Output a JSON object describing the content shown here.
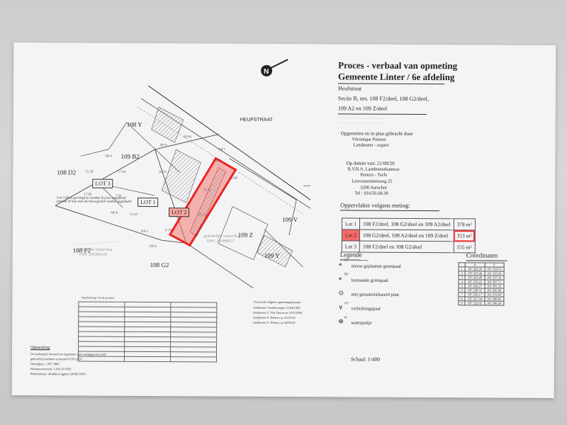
{
  "header": {
    "title_line1": "Proces - verbaal van opmeting",
    "title_line2": "Gemeente Linter / 6e afdeling",
    "street": "Heufstraat",
    "parcels_line1": "Sectie B, nrs. 108 F2/deel, 108 G2/deel,",
    "parcels_line2": "109 A2 en 109 Z/deel",
    "measured_by": "Opgemeten en in plan gebracht door",
    "surveyor_name": "Véronique Peeters",
    "surveyor_title": "Landmeter - expert",
    "date": "Op datum van: 21/09/20",
    "company": "B.V.B.A. Landmeterkantoor",
    "company2": "Peeters - Torfs",
    "address": "Leuvensesteenweg 25",
    "city": "3200 Aarschot",
    "tel": "Tel : 016/56.68.30"
  },
  "oppervlakte": {
    "heading": "Oppervlakte volgens meting:",
    "rows": [
      {
        "lot": "Lot 1",
        "desc": "108 F2/deel, 108 G2/deel en 109 A2/deel",
        "area": "378 m²"
      },
      {
        "lot": "Lot 2",
        "desc": "108 G2/deel, 109 A2/deel en 109 Z/deel",
        "area": "353 m²"
      },
      {
        "lot": "Lot 3",
        "desc": "108 F2/deel en 108 G2/deel",
        "area": "155 m²"
      }
    ]
  },
  "legende": {
    "heading": "Legende",
    "items": [
      {
        "symbol": "⌖",
        "tag": "NP",
        "label": "nieuw geplaatste grenspaal"
      },
      {
        "symbol": "⌖",
        "tag": "BP",
        "label": "bestaande grenspaal"
      },
      {
        "symbol": "⊙",
        "tag": "",
        "label": "niet gematerialiseerd punt"
      },
      {
        "symbol": "∨",
        "tag": "VP",
        "label": "verlichtingspaal"
      },
      {
        "symbol": "⊕",
        "tag": "W",
        "label": "waterpuitje"
      }
    ]
  },
  "coordinaten": {
    "heading": "Coördinaten",
    "columns": [
      "",
      "X",
      "Y"
    ],
    "rows": [
      [
        "1",
        "197 202.20",
        "161 318.73"
      ],
      [
        "2",
        "197 223.46",
        "161 323.16"
      ],
      [
        "3",
        "197 241.89",
        "161 327.22"
      ],
      [
        "4",
        "197 235.22",
        "161 297.71"
      ],
      [
        "5",
        "197 243.27",
        "161 291.32"
      ],
      [
        "6",
        "197 229.31",
        "161 285.96"
      ],
      [
        "7",
        "197 226.17",
        "161 278.03"
      ],
      [
        "8",
        "197 217.34",
        "161 289.85"
      ],
      [
        "9",
        "197 222.02",
        "161 298.26"
      ]
    ]
  },
  "plan": {
    "street_label": "HEUFSTRAAT",
    "parcels": [
      "108 Y",
      "109 B2",
      "108 D2",
      "109 Z",
      "109 V",
      "108 F2",
      "108 G2",
      "109 Y"
    ],
    "lots": [
      "LOT 1",
      "LOT 2",
      "LOT 3"
    ],
    "points": [
      "NP 4",
      "NP 5",
      "NP 6",
      "NP 7",
      "NP 8",
      "NP 9"
    ],
    "dims": [
      "11.50",
      "17.06",
      "17.94",
      "7.81",
      "11.63",
      "24.76",
      "30.94",
      "9.95",
      "5.00",
      "19.31",
      "21.53",
      "11.04"
    ],
    "note": "Lot 3 dient gevoegd te worden bij een aanpalend perceel of kan niet als bouwgrond worden ingedeeld",
    "annot1": "gedeeltelijke verkaveling",
    "annot1b": "OMV_2019094318",
    "annot2": "gedeeltelijke verkaveling",
    "annot2b": "OMV_2019098317"
  },
  "footer": {
    "opmerking_heading": "Opmerking",
    "schaal": "Schaal: 1/400",
    "remark1": "De kadastrale toestand en eigenaars zijn weergegeven zoals",
    "remark2": "gekend bij kadaster toestand 01/01/2020",
    "remark3": "Detailplan: 1.NT 3906",
    "remark4": "Bestuursvoorstel: LAN 16 0302",
    "remark5": "Referentienr: aflindersvegplan 24/08/10035",
    "kad_heading": "Overzicht volgens opmetingsplannen",
    "kad1": "landmeter: Vanderwegen 11/04/1992",
    "kad2": "landmeter 2: Van Troyen nr 1/03/1994",
    "kad3": "landmeter V: Peeters nr 21/05/16",
    "kad4": "landmeter V: Peeters nr 24/08/20",
    "legend_table_heading": "Beschrijving van de grenzen"
  }
}
